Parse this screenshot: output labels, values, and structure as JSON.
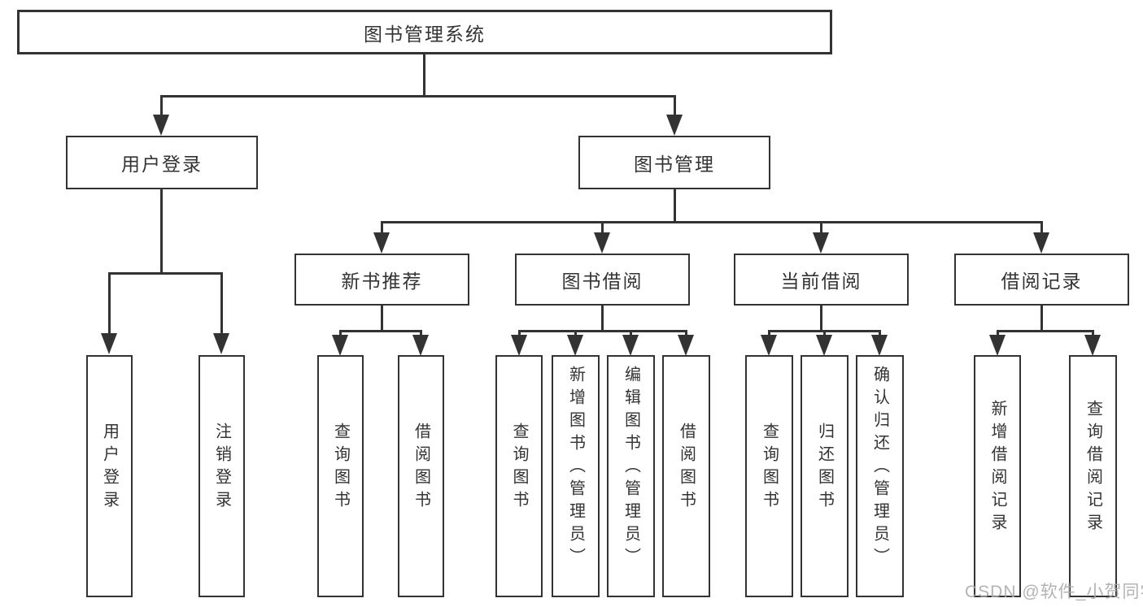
{
  "tree": {
    "label": "图书管理系统",
    "children": [
      {
        "label": "用户登录",
        "children": [
          {
            "label": "用户登录"
          },
          {
            "label": "注销登录"
          }
        ]
      },
      {
        "label": "图书管理",
        "children": [
          {
            "label": "新书推荐",
            "children": [
              {
                "label": "查询图书"
              },
              {
                "label": "借阅图书"
              }
            ]
          },
          {
            "label": "图书借阅",
            "children": [
              {
                "label": "查询图书"
              },
              {
                "label": "新增图书（管理员）"
              },
              {
                "label": "编辑图书（管理员）"
              },
              {
                "label": "借阅图书"
              }
            ]
          },
          {
            "label": "当前借阅",
            "children": [
              {
                "label": "查询图书"
              },
              {
                "label": "归还图书"
              },
              {
                "label": "确认归还（管理员）"
              }
            ]
          },
          {
            "label": "借阅记录",
            "children": [
              {
                "label": "新增借阅记录"
              },
              {
                "label": "查询借阅记录"
              }
            ]
          }
        ]
      }
    ]
  },
  "watermark": {
    "text": "CSDN @软件_小贺同学"
  },
  "colors": {
    "line": "#333333",
    "text": "#333333",
    "background": "#ffffff",
    "watermark": "#a9a9a9"
  }
}
